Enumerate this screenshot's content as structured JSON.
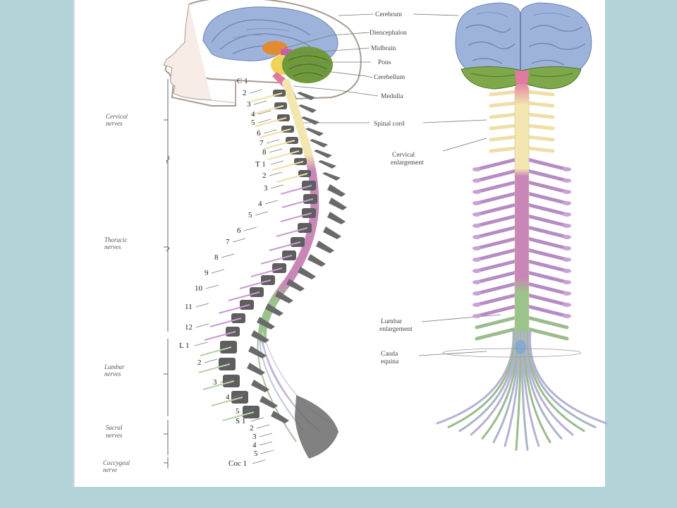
{
  "colors": {
    "background": "#b3d3d9",
    "panel": "#ffffff",
    "brain": "#9db3dc",
    "cerebellum": "#7fa84a",
    "cord_cervical": "#f3e6b0",
    "cord_thoracic": "#c987b8",
    "cord_lumbar": "#9cc48a",
    "vertebra": "#5e5e5e",
    "nerve_purple": "#b58cc4",
    "nerve_green": "#9dbb8e",
    "nerve_cream": "#eedfa8"
  },
  "brain_labels": {
    "cerebrum": "Cerebrum",
    "diencephalon": "Diencephalon",
    "midbrain": "Midbrain",
    "pons": "Pons",
    "cerebellum": "Cerebellum",
    "medulla": "Medulla"
  },
  "cord_labels": {
    "spinal_cord": "Spinal cord",
    "cervical_enlargement_1": "Cervical",
    "cervical_enlargement_2": "enlargement",
    "lumbar_enlargement_1": "Lumbar",
    "lumbar_enlargement_2": "enlargement",
    "cauda_equina_1": "Cauda",
    "cauda_equina_2": "equina"
  },
  "nerve_groups": [
    {
      "line1": "Cervical",
      "line2": "nerves"
    },
    {
      "line1": "Thoracic",
      "line2": "nerves"
    },
    {
      "line1": "Lumbar",
      "line2": "nerves"
    },
    {
      "line1": "Sacral",
      "line2": "nerves"
    },
    {
      "line1": "Coccygeal",
      "line2": "nerve"
    }
  ],
  "segment_labels": [
    "C 1",
    "2",
    "3",
    "4",
    "5",
    "6",
    "7",
    "8",
    "T 1",
    "2",
    "3",
    "4",
    "5",
    "6",
    "7",
    "8",
    "9",
    "10",
    "11",
    "12",
    "L 1",
    "2",
    "3",
    "4",
    "5",
    "S 1",
    "2",
    "3",
    "4",
    "5",
    "Coc 1"
  ]
}
